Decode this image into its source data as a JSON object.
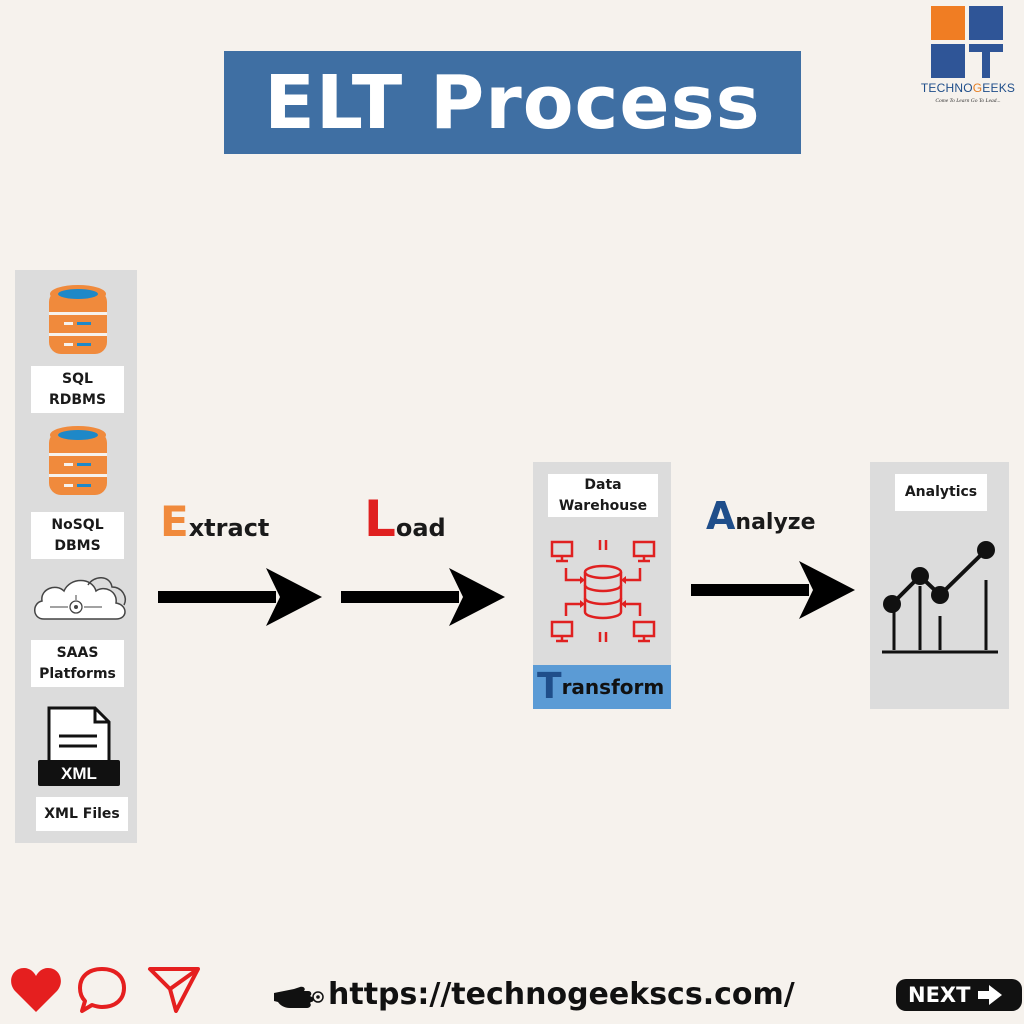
{
  "title": "ELT Process",
  "logo": {
    "name_part1": "TECHNO",
    "name_part2": "G",
    "name_part3": "EEKS",
    "tagline": "Come To Learn Go To Lead..."
  },
  "sources": [
    {
      "label_line1": "SQL",
      "label_line2": "RDBMS",
      "icon": "database-icon"
    },
    {
      "label_line1": "NoSQL",
      "label_line2": "DBMS",
      "icon": "database-icon"
    },
    {
      "label_line1": "SAAS",
      "label_line2": "Platforms",
      "icon": "cloud-icon"
    },
    {
      "label_line1": "XML Files",
      "label_line2": "",
      "icon": "xml-file-icon",
      "icon_text": "XML"
    }
  ],
  "steps": {
    "extract": {
      "initial": "E",
      "rest": "xtract",
      "color": "#f08a3c"
    },
    "load": {
      "initial": "L",
      "rest": "oad",
      "color": "#e02020"
    },
    "analyze": {
      "initial": "A",
      "rest": "nalyze",
      "color": "#1f4e8a"
    },
    "transform": {
      "initial": "T",
      "rest": "ransform",
      "color": "#1f4e8a"
    }
  },
  "warehouse": {
    "label_line1": "Data",
    "label_line2": "Warehouse",
    "icon": "data-warehouse-icon"
  },
  "analytics": {
    "label": "Analytics",
    "icon": "analytics-chart-icon"
  },
  "footer": {
    "url": "https://technogeekscs.com/",
    "next_label": "NEXT",
    "icons": [
      "heart-icon",
      "comment-icon",
      "share-icon",
      "pointing-hand-icon",
      "arrow-right-icon"
    ]
  },
  "colors": {
    "title_bg": "#3f6fa3",
    "panel_bg": "#dcdcdc",
    "db_orange": "#f08a3c",
    "db_top": "#1e88c8",
    "warehouse_red": "#e02020",
    "transform_bg": "#5b9bd5",
    "heart": "#e51f1f"
  }
}
